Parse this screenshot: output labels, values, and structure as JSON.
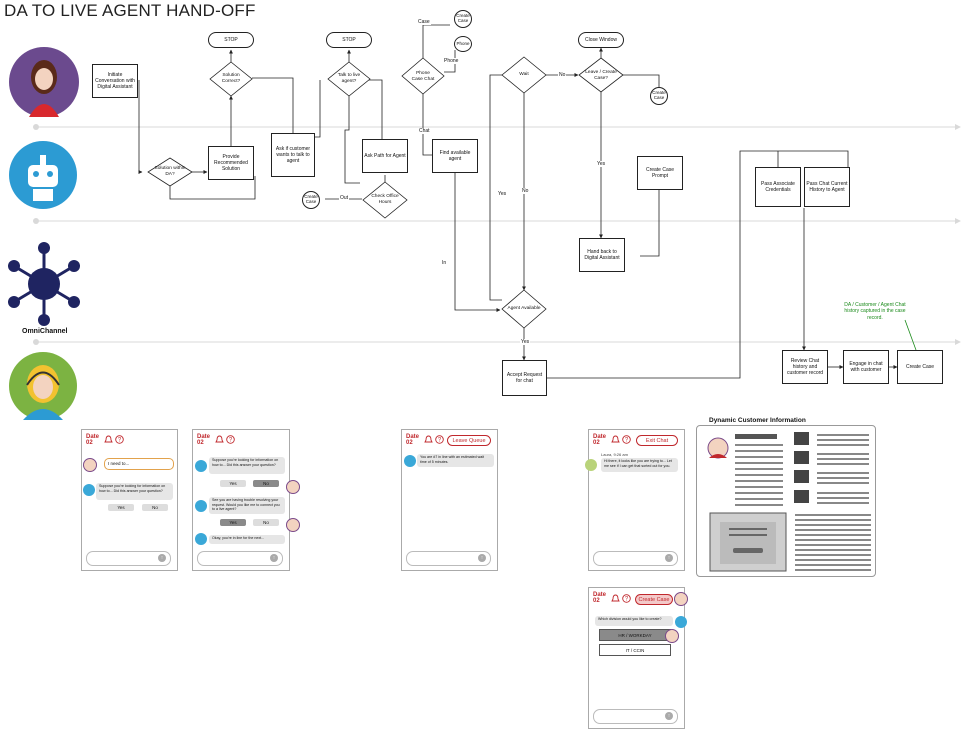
{
  "title": "DA TO LIVE AGENT HAND-OFF",
  "lanes": {
    "omnichannel_label": "OmniChannel"
  },
  "colors": {
    "accent_red": "#c0282d",
    "lane_line": "#d9d9d9",
    "note_green": "#1a8a1a",
    "customer_bg": "#6b4a8e",
    "bot_bg": "#2c9bd3",
    "omni_bg": "#1f2461",
    "agent_bg": "#7cb342"
  },
  "flow": {
    "boxes": {
      "initiate": "Initiate Conversation with Digital Assistant",
      "provide_rec": "Provide Recommended Solution",
      "ask_talk": "Ask if customer wants to talk to agent",
      "ask_path": "Ask Path for Agent",
      "find_agent": "Find available agent",
      "create_case_prompt": "Create Case Prompt",
      "hand_back": "Hand back to Digital Assistant",
      "pass_cred": "Pass Associate Credentials",
      "pass_history": "Pass Chat Current History to Agent",
      "accept_request": "Accept Request for chat",
      "review_history": "Review Chat history and customer record",
      "engage": "Engage in chat with customer",
      "create_case_final": "Create Case"
    },
    "terminals": {
      "stop1": "STOP",
      "stop2": "STOP",
      "close_window": "Close Window"
    },
    "decisions": {
      "solution_correct": "Solution Correct?",
      "talk_live": "Talk to live agent?",
      "phone_case_chat": "Phone Case Chat",
      "solution_within": "Solution within DA?",
      "check_office": "Check Office Hours",
      "wait": "Wait",
      "leave_create": "Leave / Create Case?",
      "agent_available": "Agent Available"
    },
    "circles": {
      "create_case_top": "Create Case",
      "phone": "Phone",
      "create_case_left": "Create Case",
      "create_case_right": "Create Case"
    },
    "edge_labels": {
      "case": "Case",
      "phone": "Phone",
      "chat": "Chat",
      "out": "Out",
      "in": "In",
      "yes_wait": "Yes",
      "no_wait": "No",
      "no_leave": "No",
      "yes_leave": "Yes",
      "yes_agent": "Yes"
    },
    "note": "DA / Customer / Agent Chat history captured in the case record."
  },
  "phones": [
    {
      "date": "Date 02",
      "input_text": "I need to...",
      "bot_msg": "Suppose you're looking for information on how to... Did this answer your question?",
      "yes": "Yes",
      "no": "No"
    },
    {
      "date": "Date 02",
      "bot_msg1": "Suppose you're looking for information on how to... Did this answer your question?",
      "yes1": "Yes",
      "no1": "No",
      "bot_msg2": "See you are having trouble resolving your request. Would you like me to connect you to a live agent?",
      "yes2": "Yes",
      "no2": "No",
      "bot_msg3": "Okay, you're in line for the next..."
    },
    {
      "date": "Date 02",
      "button": "Leave Queue",
      "bot_msg": "You are #7 in line with an estimated wait time of 5 minutes."
    },
    {
      "date": "Date 02",
      "button": "Exit Chat",
      "agent_name": "Laura, 9:26 am",
      "agent_msg": "Hi there, it looks like you are trying to... Let me see if I can get that sorted out for you."
    },
    {
      "date": "Date 02",
      "button": "Create Case",
      "bot_msg": "Which division would you like to create?",
      "option1": "HR / WORKDAY",
      "option2": "IT / CCIN"
    }
  ],
  "dynamic_info": {
    "title": "Dynamic Customer Information"
  }
}
